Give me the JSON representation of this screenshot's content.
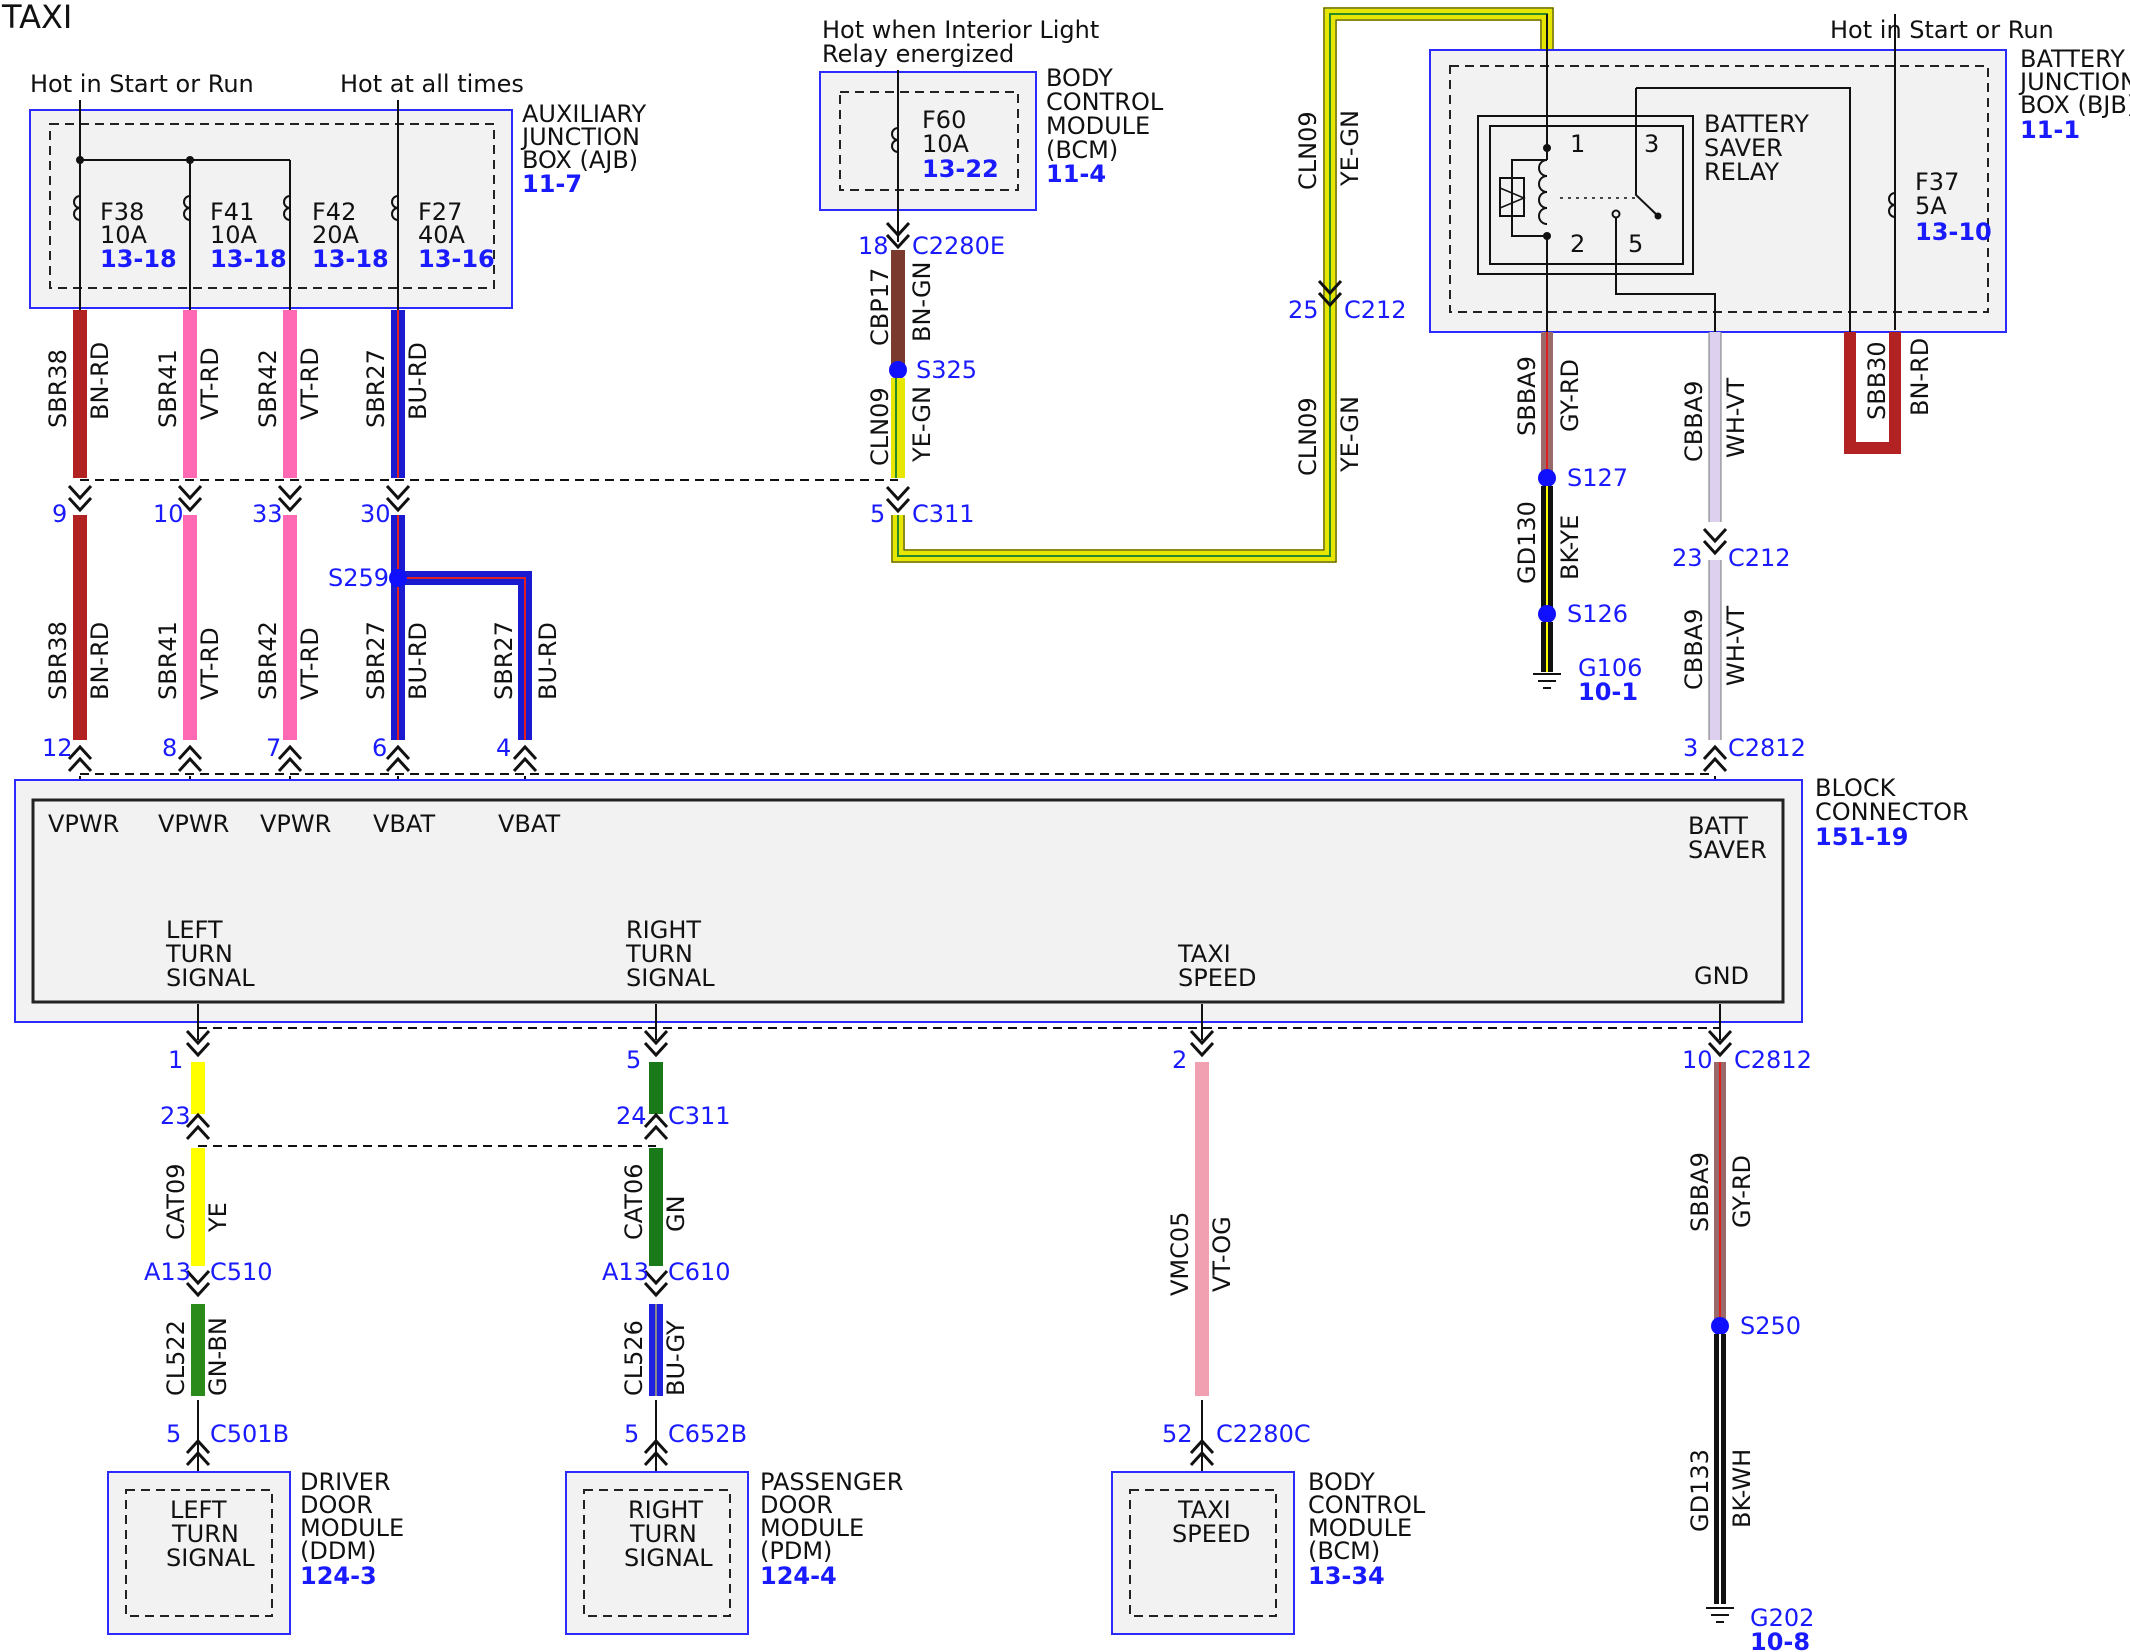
{
  "title": "TAXI",
  "colors": {
    "BN-RD": "#b22222",
    "VT-RD": "#ff69b4",
    "BU-RD": "#1a1ad0",
    "BN-GN": "#7a3b2e",
    "YE-GN": "#e6e600",
    "GY-RD": "#9a6a6a",
    "BK-YE": "#111111",
    "WH-VT": "#ddd0ee",
    "YE": "#ffff00",
    "GN": "#1a7a1a",
    "GN-BN": "#2a8a1a",
    "BU-GY": "#2020e0",
    "VT-OG": "#f0a0b0",
    "BK-WH": "#111111",
    "splice": "#1010ff",
    "ref_blue": "#1a1aff",
    "box_border": "#2b2bff"
  },
  "ajb": {
    "hot_run": "Hot in Start or Run",
    "hot_all": "Hot at all times",
    "name_lines": [
      "AUXILIARY",
      "JUNCTION",
      "BOX (AJB)"
    ],
    "ref": "11-7",
    "fuses": [
      {
        "id": "F38",
        "amp": "10A",
        "ref": "13-18"
      },
      {
        "id": "F41",
        "amp": "10A",
        "ref": "13-18"
      },
      {
        "id": "F42",
        "amp": "20A",
        "ref": "13-18"
      },
      {
        "id": "F27",
        "amp": "40A",
        "ref": "13-16"
      }
    ]
  },
  "bcm_top": {
    "hot_lines": [
      "Hot when Interior Light",
      "Relay energized"
    ],
    "name_lines": [
      "BODY",
      "CONTROL",
      "MODULE",
      "(BCM)"
    ],
    "ref": "11-4",
    "fuse": {
      "id": "F60",
      "amp": "10A",
      "ref": "13-22"
    }
  },
  "bjb": {
    "hot": "Hot in Start or Run",
    "name_lines": [
      "BATTERY",
      "JUNCTION",
      "BOX (BJB)"
    ],
    "ref": "11-1",
    "relay_lines": [
      "BATTERY",
      "SAVER",
      "RELAY"
    ],
    "pins": [
      "1",
      "3",
      "2",
      "5"
    ],
    "fuse": {
      "id": "F37",
      "amp": "5A",
      "ref": "13-10"
    }
  },
  "wires": {
    "sbr38": {
      "circuit": "SBR38",
      "color": "BN-RD"
    },
    "sbr41": {
      "circuit": "SBR41",
      "color": "VT-RD"
    },
    "sbr42": {
      "circuit": "SBR42",
      "color": "VT-RD"
    },
    "sbr27": {
      "circuit": "SBR27",
      "color": "BU-RD"
    },
    "cbp17": {
      "circuit": "CBP17",
      "color": "BN-GN"
    },
    "cln09": {
      "circuit": "CLN09",
      "color": "YE-GN"
    },
    "sbba9": {
      "circuit": "SBBA9",
      "color": "GY-RD"
    },
    "cbba9": {
      "circuit": "CBBA9",
      "color": "WH-VT"
    },
    "sbb30": {
      "circuit": "SBB30",
      "color": "BN-RD"
    },
    "gd130": {
      "circuit": "GD130",
      "color": "BK-YE"
    },
    "cat09": {
      "circuit": "CAT09",
      "color": "YE"
    },
    "cat06": {
      "circuit": "CAT06",
      "color": "GN"
    },
    "cl522": {
      "circuit": "CL522",
      "color": "GN-BN"
    },
    "cl526": {
      "circuit": "CL526",
      "color": "BU-GY"
    },
    "vmc05": {
      "circuit": "VMC05",
      "color": "VT-OG"
    },
    "gd133": {
      "circuit": "GD133",
      "color": "BK-WH"
    }
  },
  "connectors": {
    "c2280e": {
      "pin": "18",
      "name": "C2280E"
    },
    "c212_top": {
      "pin": "25",
      "name": "C212"
    },
    "c311_top": {
      "pin": "5",
      "name": "C311"
    },
    "c212_right": {
      "pin": "23",
      "name": "C212"
    },
    "c2812_top": {
      "pin": "3",
      "name": "C2812"
    },
    "c2812_bot": {
      "pin": "10",
      "name": "C2812"
    },
    "c311_bot_left": {
      "pin": "23"
    },
    "c311_bot_right": {
      "pin": "24",
      "name": "C311"
    },
    "c510": {
      "pin": "A13",
      "name": "C510"
    },
    "c610": {
      "pin": "A13",
      "name": "C610"
    },
    "c501b": {
      "pin": "5",
      "name": "C501B"
    },
    "c652b": {
      "pin": "5",
      "name": "C652B"
    },
    "c2280c": {
      "pin": "52",
      "name": "C2280C"
    },
    "pins_mid": [
      "9",
      "10",
      "33",
      "30"
    ],
    "pins_block_top": [
      "12",
      "8",
      "7",
      "6",
      "4"
    ],
    "pins_block_bot": [
      "1",
      "5",
      "2"
    ]
  },
  "splices": {
    "s325": "S325",
    "s259": "S259",
    "s127": "S127",
    "s126": "S126",
    "s250": "S250"
  },
  "grounds": {
    "g106": {
      "name": "G106",
      "ref": "10-1"
    },
    "g202": {
      "name": "G202",
      "ref": "10-8"
    }
  },
  "block": {
    "name_lines": [
      "BLOCK",
      "CONNECTOR"
    ],
    "ref": "151-19",
    "top_pins": [
      "VPWR",
      "VPWR",
      "VPWR",
      "VBAT",
      "VBAT"
    ],
    "batt_saver": [
      "BATT",
      "SAVER"
    ],
    "left_turn": [
      "LEFT",
      "TURN",
      "SIGNAL"
    ],
    "right_turn": [
      "RIGHT",
      "TURN",
      "SIGNAL"
    ],
    "taxi_speed": [
      "TAXI",
      "SPEED"
    ],
    "gnd": "GND"
  },
  "ddm": {
    "inner_lines": [
      "LEFT",
      "TURN",
      "SIGNAL"
    ],
    "name_lines": [
      "DRIVER",
      "DOOR",
      "MODULE",
      "(DDM)"
    ],
    "ref": "124-3"
  },
  "pdm": {
    "inner_lines": [
      "RIGHT",
      "TURN",
      "SIGNAL"
    ],
    "name_lines": [
      "PASSENGER",
      "DOOR",
      "MODULE",
      "(PDM)"
    ],
    "ref": "124-4"
  },
  "bcm_bot": {
    "inner_lines": [
      "TAXI",
      "SPEED"
    ],
    "name_lines": [
      "BODY",
      "CONTROL",
      "MODULE",
      "(BCM)"
    ],
    "ref": "13-34"
  }
}
